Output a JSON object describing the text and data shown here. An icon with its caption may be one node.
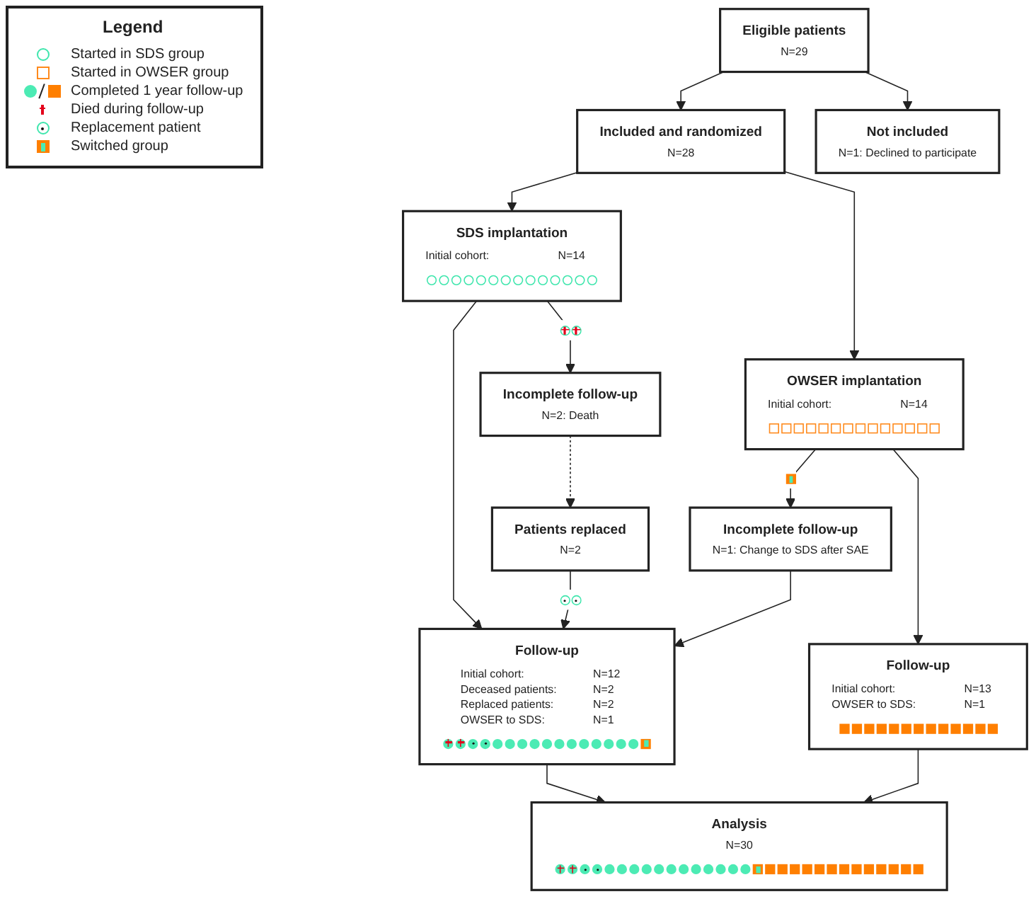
{
  "diagram": {
    "nodes": [
      {
        "text": [
          "Eligible patients",
          "N=29"
        ]
      },
      {
        "text": [
          "Not included",
          "N=1: Declined to participate"
        ]
      },
      {
        "text": [
          "Included and randomized",
          "N=28"
        ]
      },
      {
        "text": [
          "SDS implantation",
          "Initial cohort:",
          "N=14"
        ]
      },
      {
        "text": [
          "OWSER implantation",
          "Initial cohort:",
          "N=14"
        ]
      },
      {
        "text": [
          "Incomplete follow-up",
          "N=2: Death"
        ]
      },
      {
        "text": [
          "Incomplete follow-up",
          "N=1: Change to SDS after SAE"
        ]
      },
      {
        "text": [
          "Patients replaced",
          "N=2"
        ]
      },
      {
        "text": [
          "Follow-up",
          "Initial cohort:",
          "N=12",
          "Deceased patients:",
          "N=2",
          "Replaced patients:",
          "N=2",
          "OWSER to SDS:",
          "N=1"
        ]
      },
      {
        "text": [
          "Follow-up",
          "Initial cohort:",
          "N=13",
          "OWSER to SDS:",
          "N=1"
        ]
      },
      {
        "text": [
          "Analysis",
          "N=30"
        ]
      }
    ],
    "edges": [
      {
        "from": 0,
        "to": 2,
        "arrow": "to"
      },
      {
        "from": 0,
        "to": 1,
        "arrow": "to"
      },
      {
        "from": 2,
        "to": 3,
        "arrow": "to"
      },
      {
        "from": 2,
        "to": 4,
        "arrow": "to"
      },
      {
        "from": 3,
        "to": 8,
        "arrow": "to"
      },
      {
        "from": 3,
        "to": 5,
        "arrow": "to"
      },
      {
        "from": 4,
        "to": 9,
        "arrow": "to"
      },
      {
        "from": 4,
        "to": 6,
        "arrow": "to"
      },
      {
        "from": 5,
        "to": 7,
        "arrow": "to",
        "style": "dashed"
      },
      {
        "from": 7,
        "to": 8,
        "arrow": "to"
      },
      {
        "from": 6,
        "to": 8,
        "arrow": "to"
      },
      {
        "from": 8,
        "to": 10,
        "arrow": "to"
      },
      {
        "from": 9,
        "to": 10,
        "arrow": "to"
      }
    ],
    "labels": [
      "Legend"
    ],
    "legend": [
      {
        "text": "Started in SDS group"
      },
      {
        "text": "Started in OWSER group"
      },
      {
        "text": "Completed 1 year follow-up"
      },
      {
        "text": "Died during follow-up"
      },
      {
        "text": "Replacement patient"
      },
      {
        "text": "Switched group"
      }
    ]
  }
}
